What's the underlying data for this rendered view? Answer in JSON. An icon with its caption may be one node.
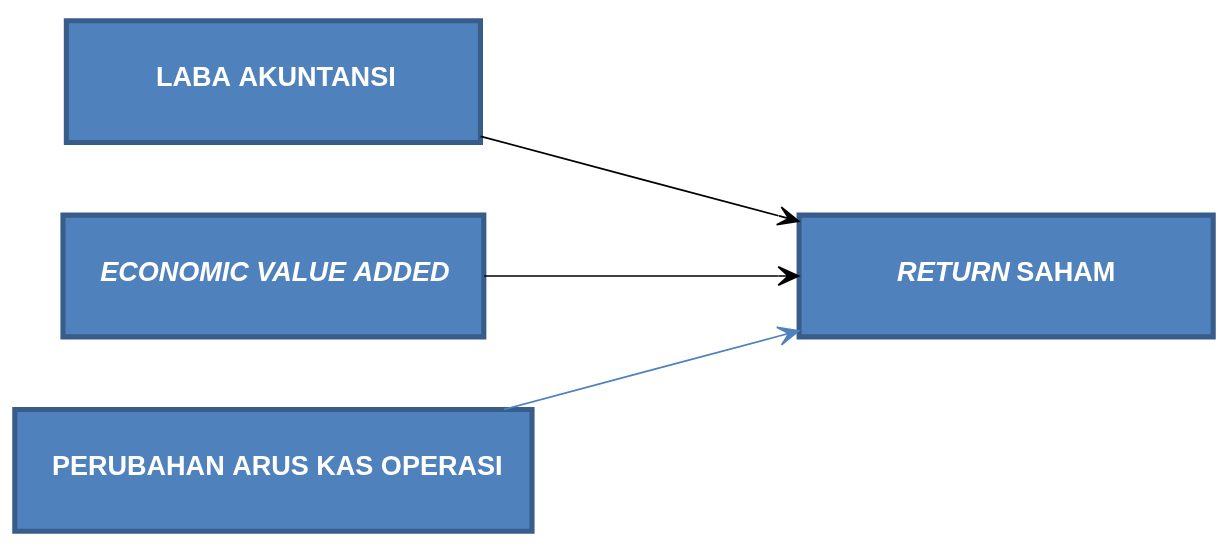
{
  "diagram": {
    "nodes": [
      {
        "text": [
          "LABA AKUNTANSI"
        ]
      },
      {
        "text": [
          "ECONOMIC VALUE ADDED"
        ]
      },
      {
        "text": [
          "PERUBAHAN ARUS KAS OPERASI"
        ]
      },
      {
        "text": [
          "*RETURN* SAHAM"
        ]
      }
    ],
    "edges": [
      {
        "from": 0,
        "to": 3,
        "arrow": "to"
      },
      {
        "from": 1,
        "to": 3,
        "arrow": "to"
      },
      {
        "from": 2,
        "to": 3,
        "arrow": "to",
        "color": "#4f81bd"
      }
    ]
  }
}
